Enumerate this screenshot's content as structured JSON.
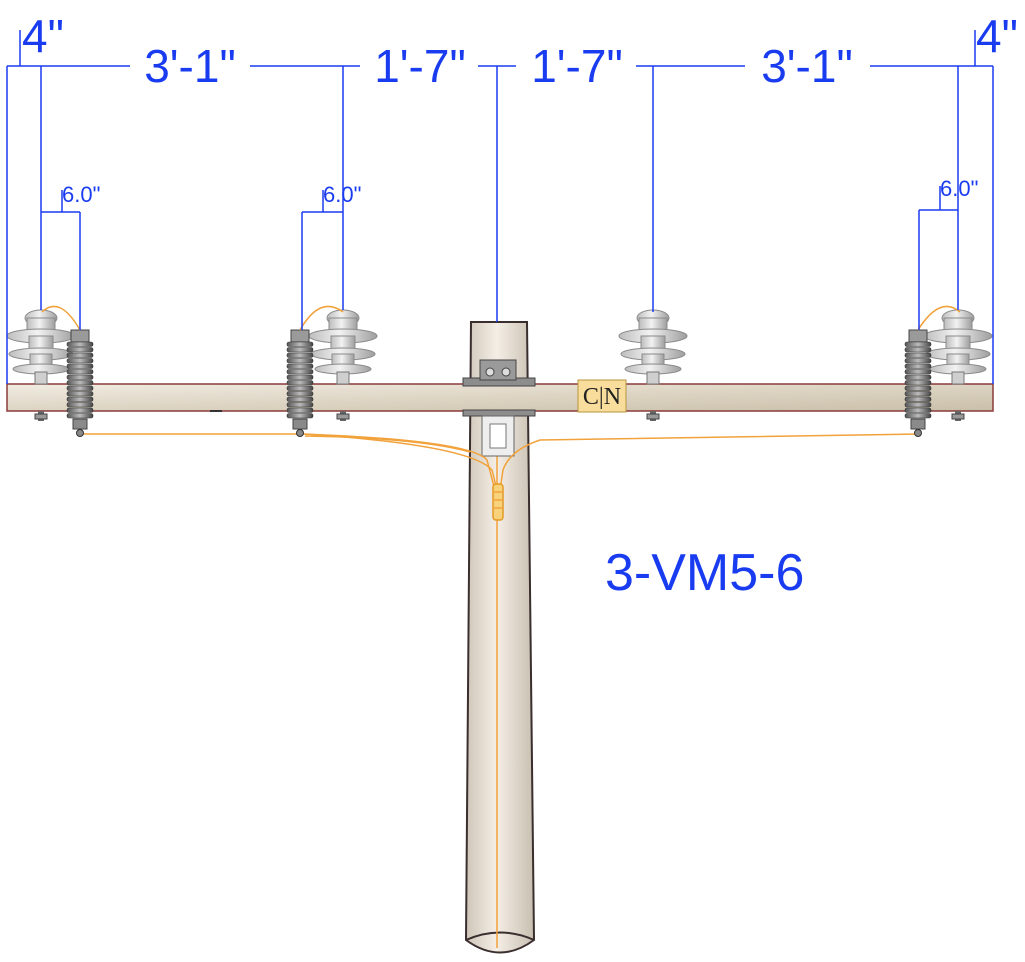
{
  "drawing": {
    "title": "3-VM5-6",
    "centerline_mark": "C|N"
  },
  "dimensions": {
    "top": [
      "4\"",
      "3'-1\"",
      "1'-7\"",
      "1'-7\"",
      "3'-1\"",
      "4\""
    ],
    "offsets": [
      "6.0\"",
      "6.0\"",
      "6.0\""
    ]
  },
  "colors": {
    "dimension": "#1a3cf0",
    "pole": "#efe7dc",
    "crossarm": "#ddd3c2",
    "wire": "#f2a23a",
    "insulator": "#d8d8d8"
  },
  "components": {
    "insulators": [
      "pin-insulator",
      "pin-insulator",
      "pin-insulator",
      "pin-insulator"
    ],
    "arresters": [
      "surge-arrester",
      "surge-arrester",
      "surge-arrester"
    ]
  }
}
